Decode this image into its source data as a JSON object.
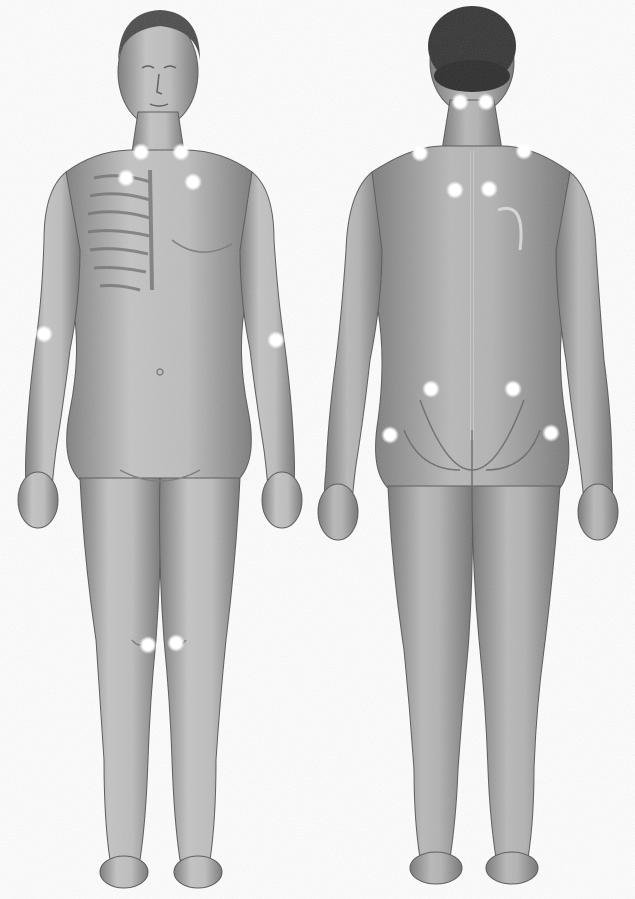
{
  "figure": {
    "views": [
      {
        "id": "front",
        "kind": "anterior-view"
      },
      {
        "id": "back",
        "kind": "posterior-view"
      }
    ],
    "colors": {
      "background": "#ffffff",
      "skin_light": "#c9c9c9",
      "skin_mid": "#9a9a9a",
      "skin_dark": "#6e6e6e",
      "hair": "#3a3a3a",
      "marker": "#ffffff",
      "outline": "#4a4a4a"
    },
    "markers": {
      "front": [
        "lower-neck-right",
        "lower-neck-left",
        "second-costochondral-right",
        "second-costochondral-left",
        "lateral-epicondyle-right",
        "lateral-epicondyle-left",
        "medial-knee-right",
        "medial-knee-left"
      ],
      "back": [
        "occiput-left",
        "occiput-right",
        "trapezius-left",
        "trapezius-right",
        "supraspinatus-left",
        "supraspinatus-right",
        "gluteal-left",
        "gluteal-right",
        "greater-trochanter-left",
        "greater-trochanter-right"
      ]
    }
  }
}
